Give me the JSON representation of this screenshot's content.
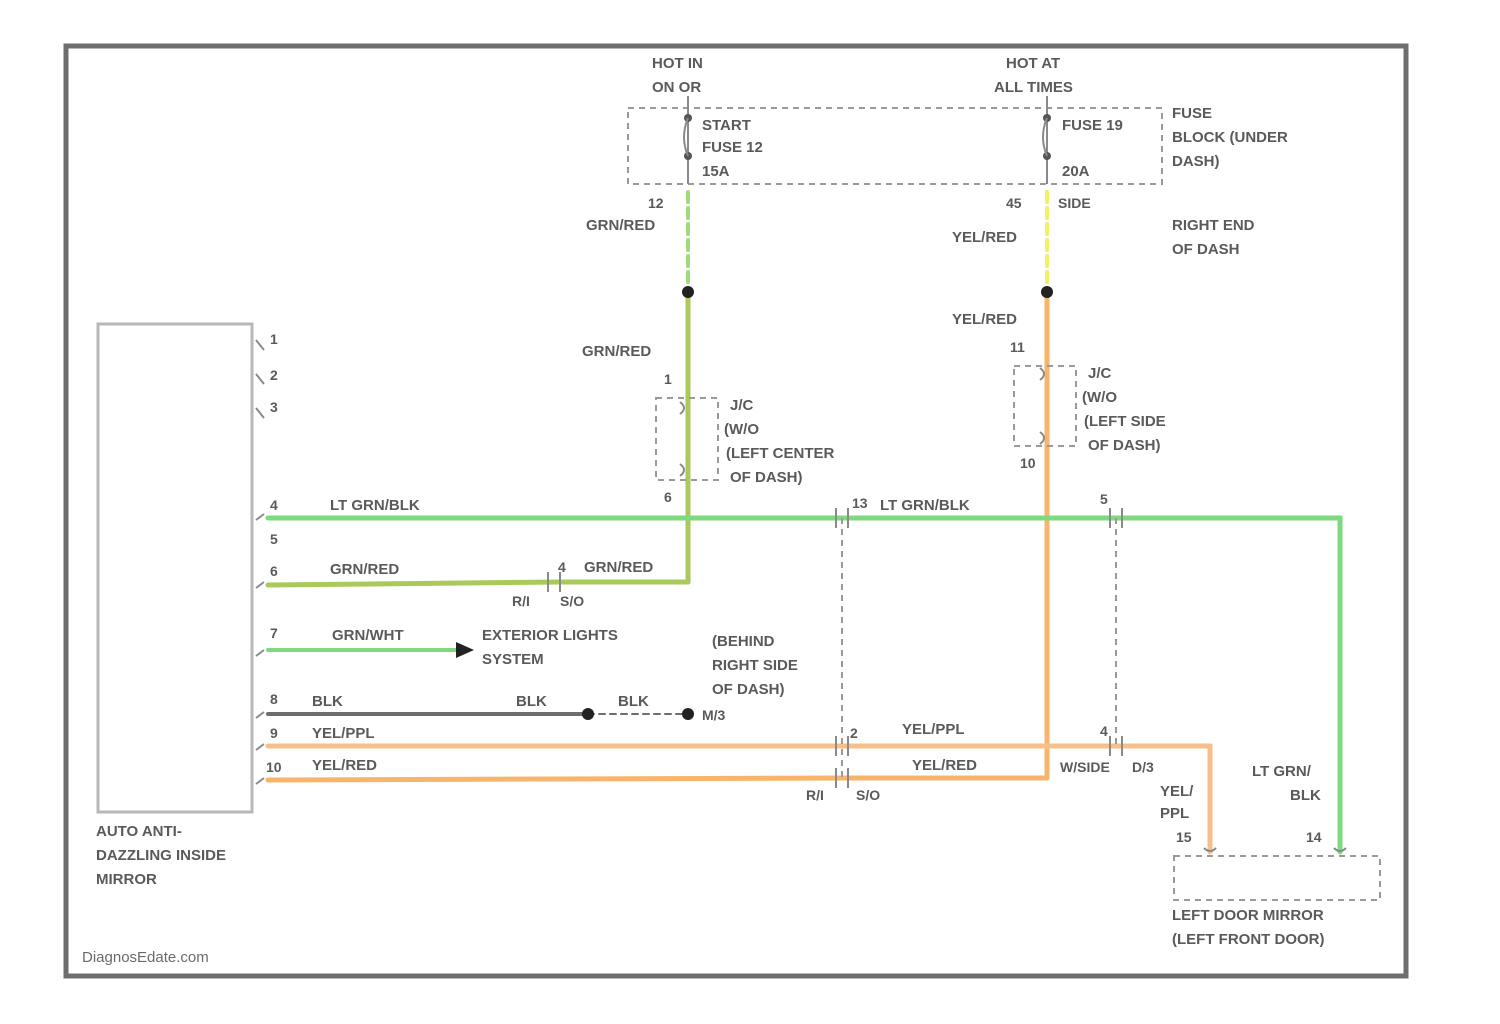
{
  "colors": {
    "green": "#7fd97f",
    "olive": "#9bc24f",
    "orange": "#f7b46a",
    "yellow": "#f3ee62",
    "black": "#6d6d6d",
    "frame": "#6e6e6e"
  },
  "fuse_block": {
    "hot_run_label": [
      "HOT IN",
      "ON OR"
    ],
    "hot_always_label": [
      "HOT AT",
      "ALL TIMES"
    ],
    "fuse_left": [
      "START",
      "FUSE 12",
      "15A"
    ],
    "fuse_right": [
      "FUSE 19",
      "20A"
    ],
    "block_name": [
      "FUSE",
      "BLOCK (UNDER",
      "DASH)"
    ],
    "pin_left": "12",
    "pin_right": "45",
    "pin_right_extra": "SIDE",
    "location": [
      "RIGHT END",
      "OF DASH"
    ]
  },
  "wires": {
    "grn_red_upper": "GRN/RED",
    "grn_red_mid": "GRN/RED",
    "yel_red_upper": "YEL/RED",
    "yel_red_mid": "YEL/RED",
    "lt_grn_blk_left": "LT GRN/BLK",
    "lt_grn_blk_right": "LT GRN/BLK",
    "grn_red_pin3": "GRN/RED",
    "grn_red_right": "GRN/RED",
    "grn_wht": "GRN/WHT",
    "blk_1": "BLK",
    "blk_2": "BLK",
    "blk_3": "BLK",
    "yel_ppl": "YEL/PPL",
    "yel_ppl_right": "YEL/PPL",
    "yel_red_pin10": "YEL/RED",
    "yel_red_bottom": "YEL/RED",
    "yel_ppl_vertical": [
      "YEL/",
      "PPL"
    ],
    "lt_grn_blk_vertical": [
      "LT GRN/",
      "BLK"
    ]
  },
  "connectors": {
    "jc_left": [
      "J/C",
      "(W/O",
      "(LEFT CENTER",
      "OF DASH)"
    ],
    "jc_left_pin_top": "1",
    "jc_left_pin_bottom": "6",
    "jc_right": [
      "J/C",
      "(W/O",
      "(LEFT SIDE",
      "OF DASH)"
    ],
    "jc_right_pin_top": "11",
    "jc_right_pin_bottom": "10",
    "conn_a_pins": [
      "4",
      "R/I",
      "S/O"
    ],
    "conn_b_top": "13",
    "conn_b_pins": [
      "R/I",
      "S/O"
    ],
    "conn_b_top_pin": "2",
    "conn_c_top": "5",
    "conn_c_pin": "4",
    "conn_c_labels": [
      "W/SIDE",
      "D/3"
    ],
    "ground_label": "M/3",
    "behind_label": [
      "(BEHIND",
      "RIGHT SIDE",
      "OF DASH)"
    ]
  },
  "exterior_lights": [
    "EXTERIOR LIGHTS",
    "SYSTEM"
  ],
  "mirror": {
    "name": [
      "AUTO ANTI-",
      "DAZZLING INSIDE",
      "MIRROR"
    ],
    "pins": [
      "1",
      "2",
      "3",
      "4",
      "5",
      "6",
      "7",
      "8",
      "9",
      "10"
    ]
  },
  "door_mirror": {
    "name": [
      "LEFT DOOR MIRROR",
      "(LEFT FRONT DOOR)"
    ],
    "pin_left": "15",
    "pin_right": "14"
  },
  "watermark": "DiagnosEdate.com"
}
